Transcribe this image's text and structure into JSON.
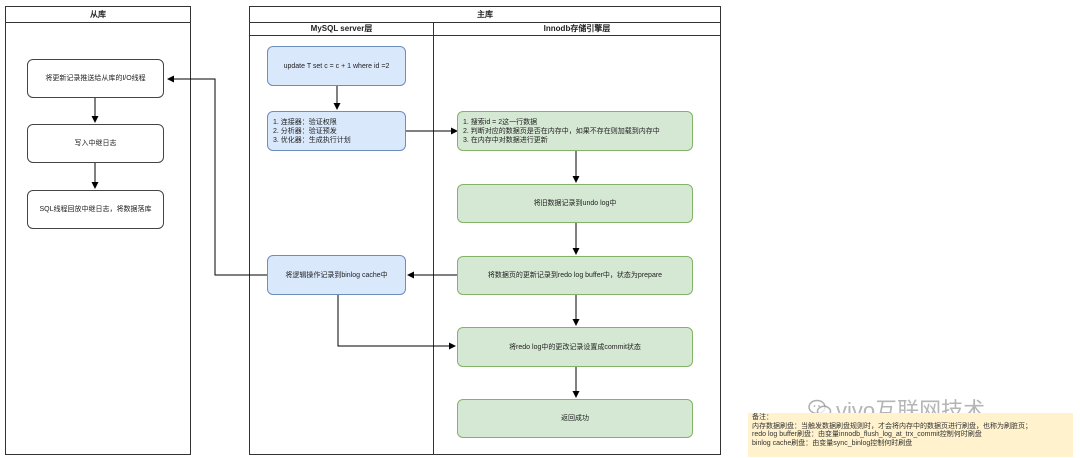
{
  "slave": {
    "title": "从库",
    "nodes": {
      "push_io": "将更新记录推送给从库的I/O线程",
      "relay_log": "写入中继日志",
      "sql_thread": "SQL线程回放中继日志，将数据落库"
    }
  },
  "master": {
    "title": "主库",
    "mysql_layer": {
      "title": "MySQL server层",
      "update_stmt": "update T set c = c + 1 where id =2",
      "steps": [
        "1. 连接器：验证权限",
        "2. 分析器：验证预发",
        "3. 优化器：生成执行计划"
      ],
      "binlog_cache": "将逻辑操作记录到binlog cache中"
    },
    "innodb_layer": {
      "title": "Innodb存储引擎层",
      "search_steps": [
        "1. 搜索id = 2这一行数据",
        "2. 判断对应的数据页是否在内存中，如果不存在则加载到内存中",
        "3. 在内存中对数据进行更新"
      ],
      "undo_log": "将旧数据记录到undo log中",
      "redo_prepare": "将数据页的更新记录到redo log buffer中，状态为prepare",
      "redo_commit": "将redo log中的更改记录设置成commit状态",
      "return_ok": "返回成功"
    }
  },
  "note": {
    "lines": [
      "备注：",
      "内存数据刷盘：当触发数据刷盘规则时，才会将内存中的数据页进行刷盘，也称为刷脏页；",
      "redo log buffer刷盘：由变量innodb_flush_log_at_trx_commit控制何时刷盘",
      "binlog cache刷盘：由变量sync_binlog控制何时刷盘"
    ]
  },
  "watermark": {
    "text": "vivo互联网技术",
    "icon": "wechat-icon"
  }
}
